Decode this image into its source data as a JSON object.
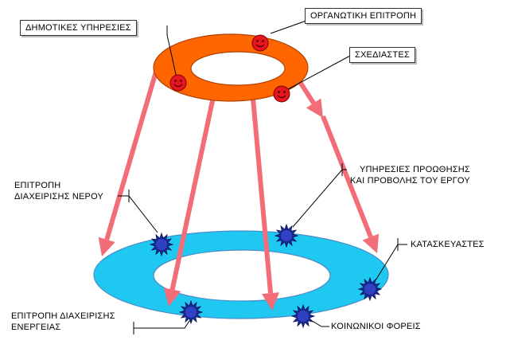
{
  "top_ring": {
    "labels": {
      "municipal_services": "ΔΗΜΟΤΙΚΕΣ ΥΠΗΡΕΣΙΕΣ",
      "organizing_committee": "ΟΡΓΑΝΩΤΙΚΗ ΕΠΙΤΡΟΠΗ",
      "designers": "ΣΧΕΔΙΑΣΤΕΣ"
    },
    "color": "#ff6600"
  },
  "bottom_ring": {
    "labels": {
      "water_committee": [
        "ΕΠΙΤΡΟΠΗ",
        "ΔΙΑΧΕΙΡΙΣΗΣ ΝΕΡΟΥ"
      ],
      "promotion_services": [
        "ΥΠΗΡΕΣΙΕΣ ΠΡΟΩΘΗΣΗΣ",
        "ΚΑΙ ΠΡΟΒΟΛΗΣ ΤΟΥ ΕΡΓΟΥ"
      ],
      "builders": "ΚΑΤΑΣΚΕΥΑΣΤΕΣ",
      "energy_committee": [
        "ΕΠΙΤΡΟΠΗ ΔΙΑΧΕΙΡΙΣΗΣ",
        "ΕΝΕΡΓΕΙΑΣ"
      ],
      "social_bodies": "ΚΟΙΝΩΝΙΚΟΙ ΦΟΡΕΙΣ"
    },
    "color": "#1ec8f0"
  },
  "arrow_color": "#f26d78",
  "face_color": "#e8141e",
  "star_color": "#1a2a9c"
}
